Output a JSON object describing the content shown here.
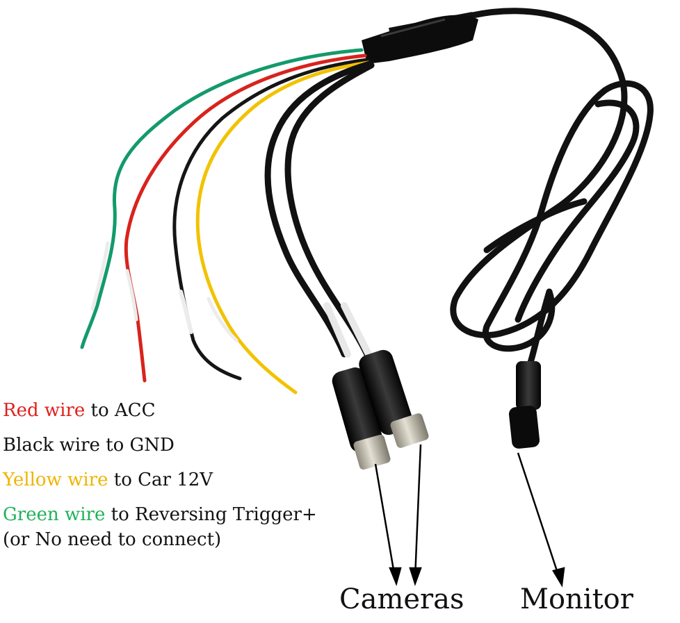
{
  "legend": [
    {
      "colored": "Red wire",
      "rest": " to ACC",
      "color": "#e0201c"
    },
    {
      "colored": "",
      "rest": "Black wire to GND",
      "color": "#111111"
    },
    {
      "colored": "Yellow wire",
      "rest": " to Car 12V",
      "color": "#f0b400"
    },
    {
      "colored": "Green wire",
      "rest": " to Reversing Trigger+",
      "color": "#1fb25a"
    }
  ],
  "legend_note": "(or No need to connect)",
  "labels": {
    "cameras": "Cameras",
    "monitor": "Monitor"
  },
  "colors": {
    "cable": "#111111",
    "red_wire": "#d8231c",
    "black_wire": "#151515",
    "yellow_wire": "#f2c200",
    "green_wire": "#149a6a",
    "white_wire": "#ececec",
    "metal": "#b9b4a6"
  }
}
